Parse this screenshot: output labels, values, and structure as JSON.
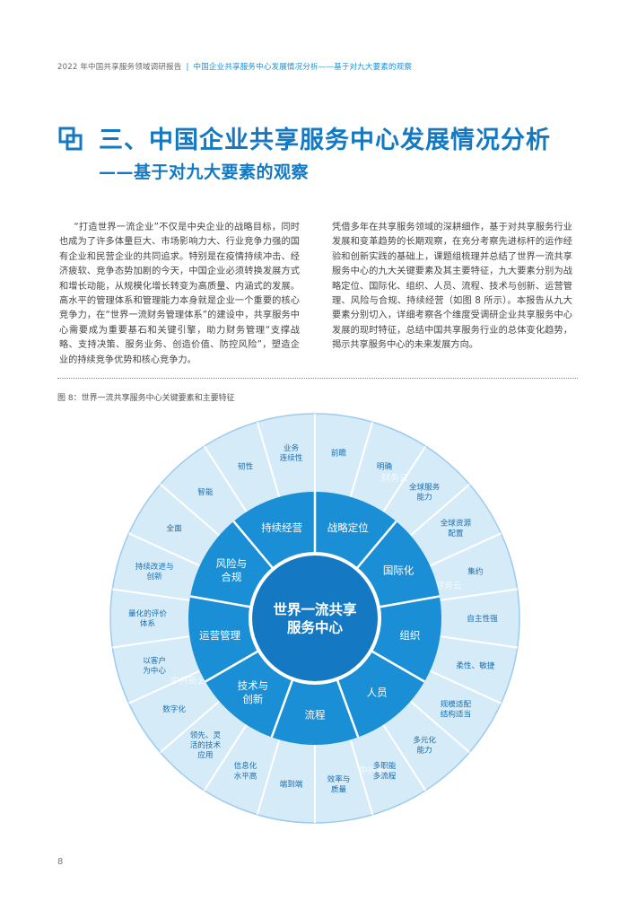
{
  "header": {
    "report": "2022 年中国共享服务领域调研报告",
    "separator": "|",
    "section": "中国企业共享服务中心发展情况分析——基于对九大要素的观察"
  },
  "title": "三、中国企业共享服务中心发展情况分析",
  "subtitle": "——基于对九大要素的观察",
  "body": {
    "left": "“打造世界一流企业”不仅是中央企业的战略目标，同时也成为了许多体量巨大、市场影响力大、行业竞争力强的国有企业和民营企业的共同追求。特别是在疫情持续冲击、经济疲软、竞争态势加剧的今天，中国企业必须转换发展方式和增长动能，从规模化增长转变为高质量、内涵式的发展。高水平的管理体系和管理能力本身就是企业一个重要的核心竞争力，在“世界一流财务管理体系”的建设中，共享服务中心需要成为重要基石和关键引擎，助力财务管理“支撑战略、支持决策、服务业务、创造价值、防控风险”，塑造企业的持续竞争优势和核心竞争力。",
    "right": "凭借多年在共享服务领域的深耕细作，基于对共享服务行业发展和变革趋势的长期观察，在充分考察先进标杆的运作经验和创新实践的基础上，课题组梳理并总结了世界一流共享服务中心的九大关键要素及其主要特征，九大要素分别为战略定位、国际化、组织、人员、流程、技术与创新、运营管理、风险与合规、持续经营（如图 8 所示）。本报告从九大要素分别切入，详细考察各个维度受调研企业共享服务中心发展的现时特征，总结中国共享服务行业的总体变化趋势，揭示共享服务中心的未来发展方向。"
  },
  "figure": {
    "caption": "图 8：世界一流共享服务中心关键要素和主要特征",
    "center": [
      "世界一流共享",
      "服务中心"
    ],
    "elements": [
      {
        "lines": [
          "战略定位"
        ]
      },
      {
        "lines": [
          "国际化"
        ]
      },
      {
        "lines": [
          "组织"
        ]
      },
      {
        "lines": [
          "人员"
        ]
      },
      {
        "lines": [
          "流程"
        ]
      },
      {
        "lines": [
          "技术与",
          "创新"
        ]
      },
      {
        "lines": [
          "运营管理"
        ]
      },
      {
        "lines": [
          "风险与",
          "合规"
        ]
      },
      {
        "lines": [
          "持续经营"
        ]
      }
    ],
    "features": [
      {
        "lines": [
          "前瞻"
        ]
      },
      {
        "lines": [
          "明确"
        ]
      },
      {
        "lines": [
          "全球服务",
          "能力"
        ]
      },
      {
        "lines": [
          "全球资源",
          "配置"
        ]
      },
      {
        "lines": [
          "集约"
        ]
      },
      {
        "lines": [
          "自主性强"
        ]
      },
      {
        "lines": [
          "柔性、敏捷"
        ]
      },
      {
        "lines": [
          "规模适配",
          "结构适当"
        ]
      },
      {
        "lines": [
          "多元化",
          "能力"
        ]
      },
      {
        "lines": [
          "多职能",
          "多流程"
        ]
      },
      {
        "lines": [
          "效率与",
          "质量"
        ]
      },
      {
        "lines": [
          "端到端"
        ]
      },
      {
        "lines": [
          "信息化",
          "水平高"
        ]
      },
      {
        "lines": [
          "领先、灵",
          "活的技术",
          "应用"
        ]
      },
      {
        "lines": [
          "数字化"
        ]
      },
      {
        "lines": [
          "以客户",
          "为中心"
        ]
      },
      {
        "lines": [
          "量化的评价",
          "体系"
        ]
      },
      {
        "lines": [
          "持续改进与",
          "创新"
        ]
      },
      {
        "lines": [
          "全面"
        ]
      },
      {
        "lines": [
          "智能"
        ]
      },
      {
        "lines": [
          "韧性"
        ]
      },
      {
        "lines": [
          "业务",
          "连续性"
        ]
      }
    ],
    "watermark": [
      "中兴新云",
      "财务云"
    ]
  },
  "page_number": "8",
  "colors": {
    "accent": "#1479c2",
    "center": "#1479c2",
    "inner_ring": "#1a8fd6",
    "outer_ring": "#d6ebf8",
    "outer_border": "#9ccbef"
  }
}
